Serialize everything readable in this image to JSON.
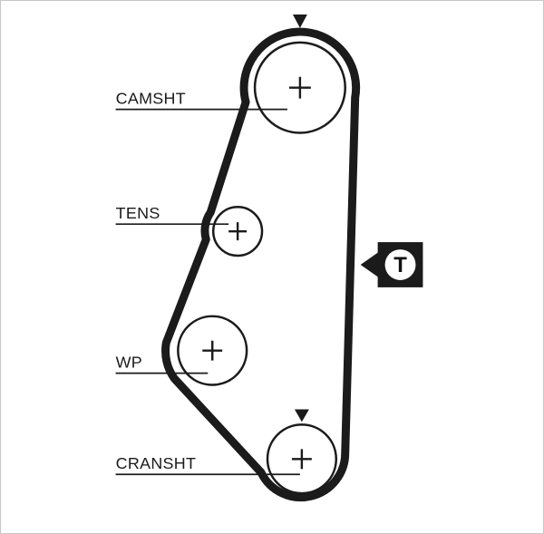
{
  "diagram": {
    "kind": "timing-belt-routing",
    "background_color": "#ffffff",
    "line_color": "#1b1b1b",
    "labels": {
      "camshaft": "CAMSHT",
      "tensioner": "TENS",
      "water_pump": "WP",
      "crankshaft": "CRANSHT"
    },
    "tension_marker": {
      "letter": "T"
    },
    "icons": {
      "belt_alignment_arrows": "down-arrow-icon",
      "tension_marker_pointer": "left-arrow-icon"
    }
  }
}
